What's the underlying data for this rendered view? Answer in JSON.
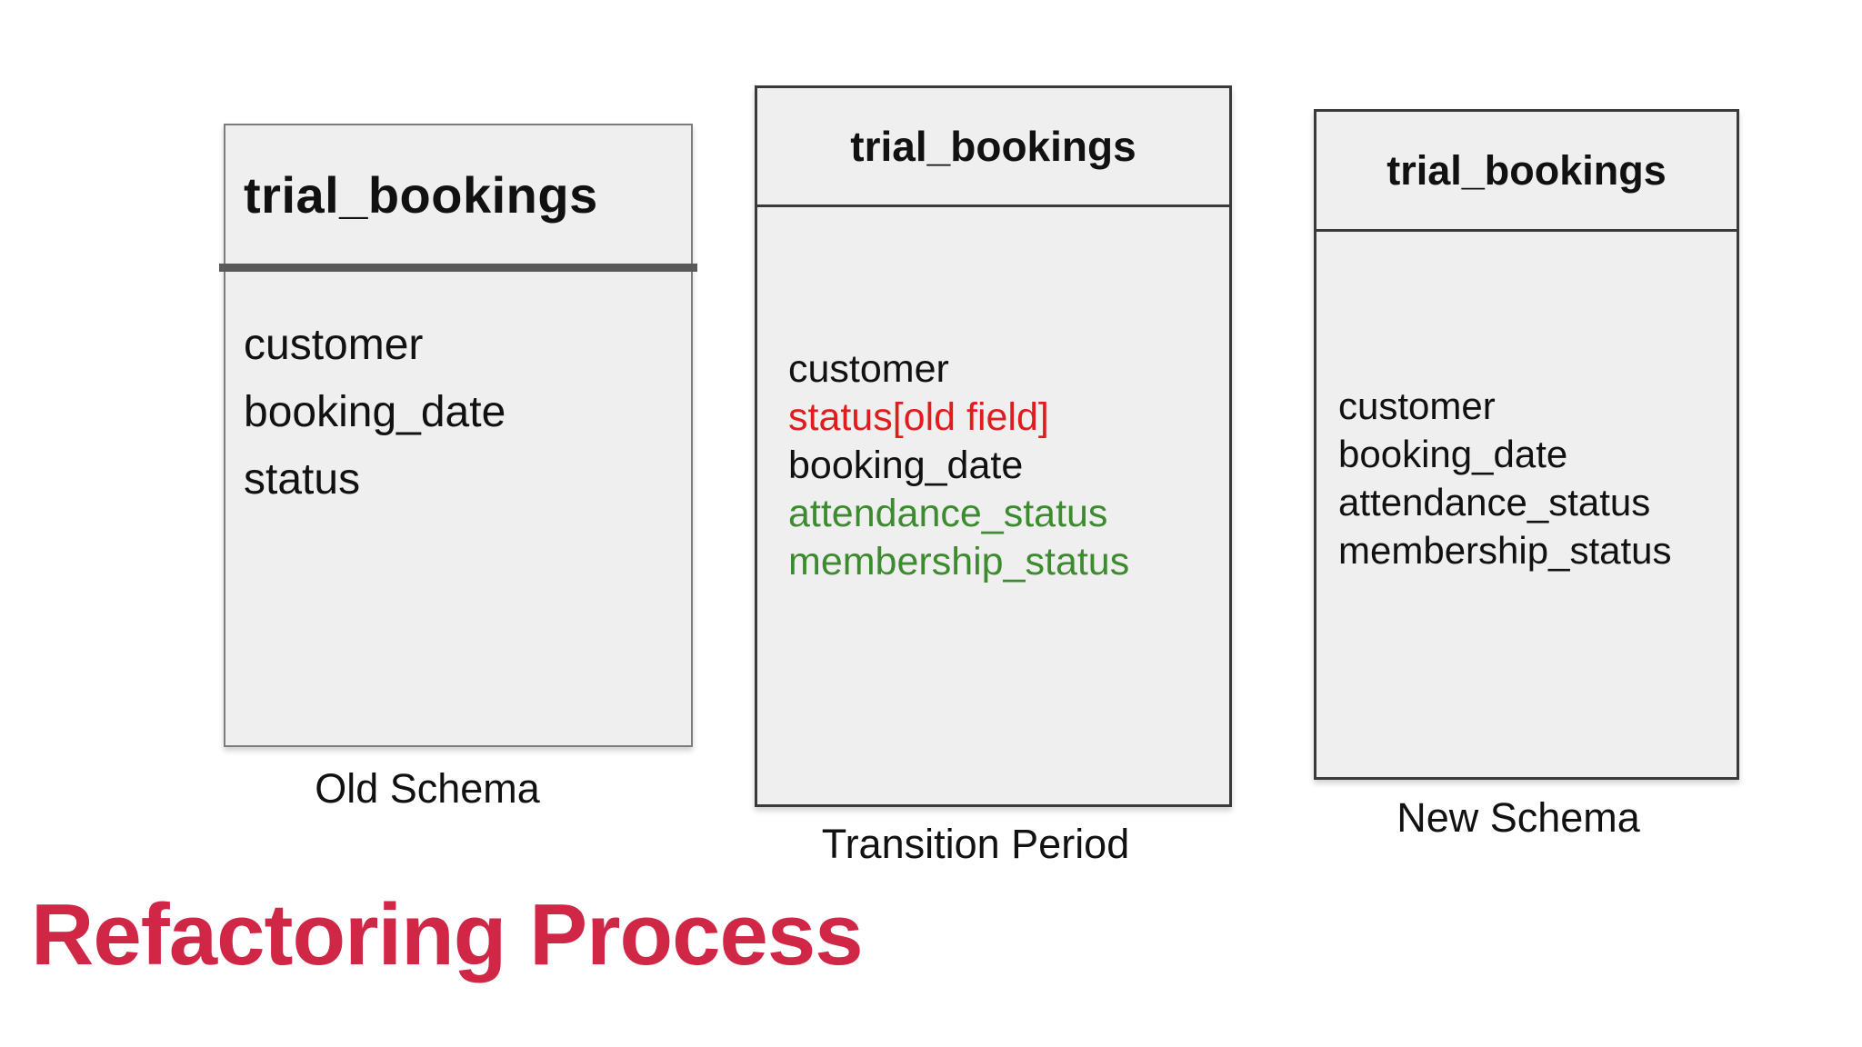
{
  "heading": {
    "text": "Refactoring Process"
  },
  "boxes": [
    {
      "title": "trial_bookings",
      "caption": "Old Schema",
      "fields": [
        {
          "label": "customer",
          "color": "#111111"
        },
        {
          "label": "booking_date",
          "color": "#111111"
        },
        {
          "label": "status",
          "color": "#111111"
        }
      ]
    },
    {
      "title": "trial_bookings",
      "caption": "Transition Period",
      "fields": [
        {
          "label": "customer",
          "color": "#111111"
        },
        {
          "label": "status[old field]",
          "color": "#e11c1c"
        },
        {
          "label": "booking_date",
          "color": "#111111"
        },
        {
          "label": "attendance_status",
          "color": "#3d8b2f"
        },
        {
          "label": "membership_status",
          "color": "#3d8b2f"
        }
      ]
    },
    {
      "title": "trial_bookings",
      "caption": "New Schema",
      "fields": [
        {
          "label": "customer",
          "color": "#111111"
        },
        {
          "label": "booking_date",
          "color": "#111111"
        },
        {
          "label": "attendance_status",
          "color": "#111111"
        },
        {
          "label": "membership_status",
          "color": "#111111"
        }
      ]
    }
  ],
  "colors": {
    "heading": "#d02747",
    "removed_field": "#e11c1c",
    "added_field": "#3d8b2f",
    "box_fill": "#efefef",
    "box_border_dark": "#3a3a3a",
    "box_border_light": "#7c7c7c",
    "separator_thick": "#595959",
    "text": "#111111"
  }
}
